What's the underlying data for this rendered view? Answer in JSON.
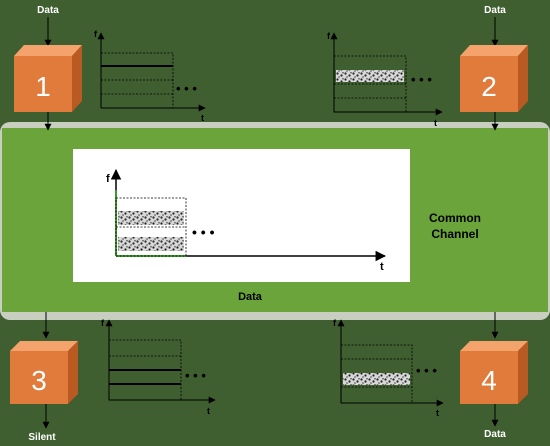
{
  "colors": {
    "background": "#3f5f30",
    "channel_band": "#6aa43a",
    "channel_shadow": "#c8cfc0",
    "inner_panel": "#ffffff",
    "box_front": "#e07b3c",
    "box_top": "#f3a36b",
    "box_side": "#b85a22",
    "axis_dark": "#000000",
    "axis_highlight": "#3a9a2a"
  },
  "stations": [
    {
      "number": "1",
      "io_label": "Data"
    },
    {
      "number": "2",
      "io_label": "Data"
    },
    {
      "number": "3",
      "io_label": "Silent"
    },
    {
      "number": "4",
      "io_label": "Data"
    }
  ],
  "axes": {
    "freq": "f",
    "time": "t"
  },
  "ellipsis": "• • •",
  "channel": {
    "title_line1": "Common",
    "title_line2": "Channel",
    "data_label": "Data"
  },
  "icons": {
    "station_box": "orange-cube-icon",
    "arrow": "arrow-icon"
  }
}
